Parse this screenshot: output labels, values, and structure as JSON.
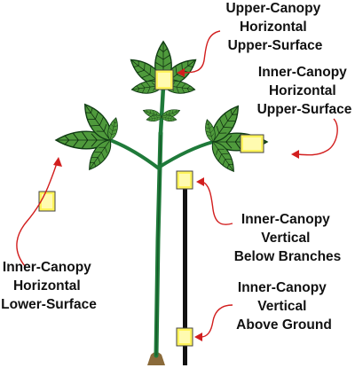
{
  "labels": {
    "upper_canopy_horizontal_upper": [
      "Upper-Canopy",
      "Horizontal",
      "Upper-Surface"
    ],
    "inner_canopy_horizontal_upper": [
      "Inner-Canopy",
      "Horizontal",
      "Upper-Surface"
    ],
    "inner_canopy_vertical_below": [
      "Inner-Canopy",
      "Vertical",
      "Below Branches"
    ],
    "inner_canopy_horizontal_lower": [
      "Inner-Canopy",
      "Horizontal",
      "Lower-Surface"
    ],
    "inner_canopy_vertical_above": [
      "Inner-Canopy",
      "Vertical",
      "Above Ground"
    ]
  },
  "colors": {
    "stem": "#1f7a3a",
    "leaf": "#4f9a3c",
    "leaf_outline": "#103d14",
    "sensor": "#fff45a",
    "arrow": "#d21e1e",
    "pole": "#111111",
    "ground": "#8a6a3a"
  }
}
